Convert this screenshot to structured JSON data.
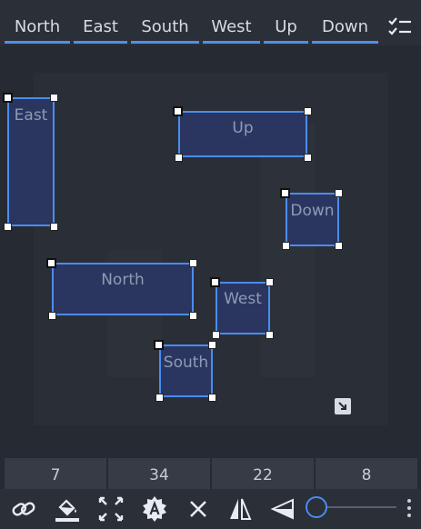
{
  "tabs": [
    "North",
    "East",
    "South",
    "West",
    "Up",
    "Down"
  ],
  "faces": {
    "east": "East",
    "up": "Up",
    "down": "Down",
    "north": "North",
    "west": "West",
    "south": "South"
  },
  "values": [
    "7",
    "34",
    "22",
    "8"
  ],
  "toolbar_icons": [
    "link-icon",
    "fill-bucket-icon",
    "fit-arrows-icon",
    "auto-badge-icon",
    "close-icon",
    "mirror-icon",
    "triangle-icon"
  ],
  "colors": {
    "accent": "#4a8cf0",
    "face_fill": "#2b3660",
    "background": "#252a33"
  },
  "slider": {
    "value": 0
  }
}
